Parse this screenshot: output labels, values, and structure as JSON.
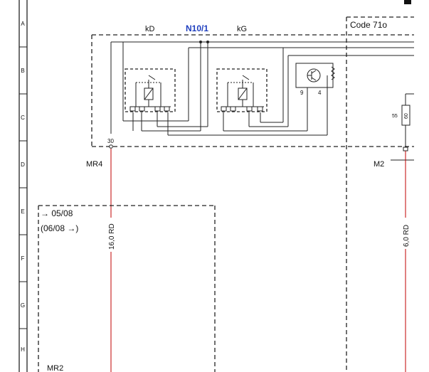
{
  "row_labels": [
    "A",
    "B",
    "C",
    "D",
    "E",
    "F",
    "G",
    "H"
  ],
  "unit": {
    "name": "N10/1",
    "left_label": "kD",
    "right_label": "kG",
    "pin_30": "30",
    "pin_9": "9",
    "pin_4": "4"
  },
  "code_box": {
    "title": "Code 71o"
  },
  "connectors": {
    "mr4": "MR4",
    "m2": "M2",
    "mr2": "MR2"
  },
  "wires": {
    "left": {
      "label": "16,0 RD",
      "color": "#c00000"
    },
    "right": {
      "label": "6,0 RD",
      "color": "#c00000"
    }
  },
  "resistor": {
    "label_a": "55",
    "label_b": "60"
  },
  "validity": {
    "line1": "→ 05/08",
    "line2": "(06/08  →)"
  },
  "colors": {
    "title_blue": "#1f3fbf",
    "wire_red": "#c00000",
    "line": "#222222"
  }
}
